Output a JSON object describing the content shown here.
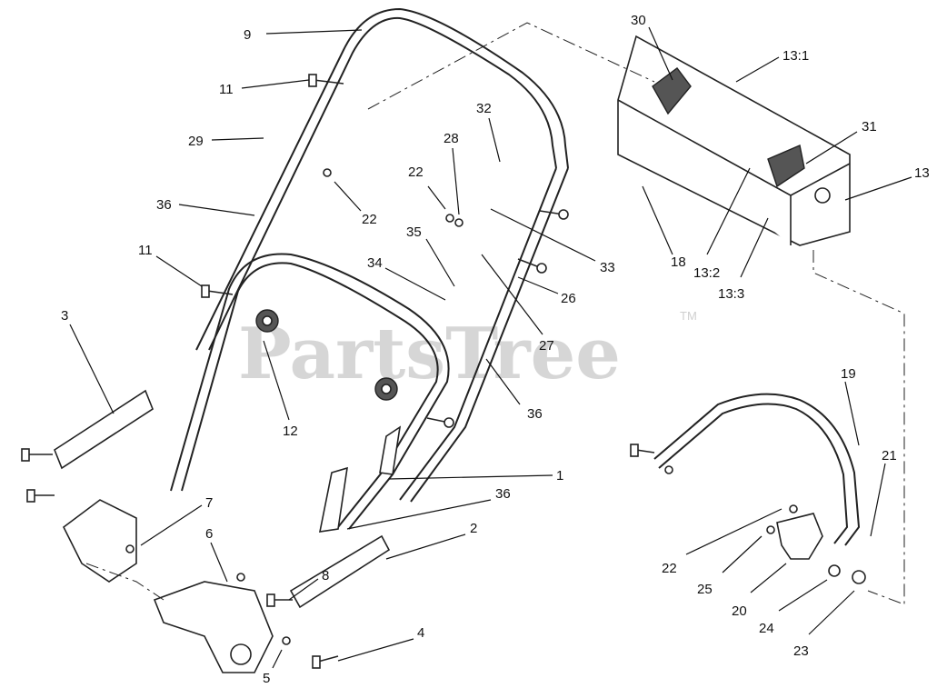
{
  "watermark": {
    "text": "PartsTree",
    "tm": "TM"
  },
  "labels": {
    "l9": "9",
    "l30": "30",
    "l13_1": "13:1",
    "l11a": "11",
    "l32": "32",
    "l28": "28",
    "l29": "29",
    "l31": "31",
    "l13": "13",
    "l22a": "22",
    "l36a": "36",
    "l22b": "22",
    "l35": "35",
    "l33": "33",
    "l18": "18",
    "l13_2": "13:2",
    "l11b": "11",
    "l34": "34",
    "l26": "26",
    "l13_3": "13:3",
    "l3": "3",
    "l27": "27",
    "l19": "19",
    "l12": "12",
    "l36b": "36",
    "l21": "21",
    "l1": "1",
    "l36c": "36",
    "l7": "7",
    "l2": "2",
    "l6": "6",
    "l22c": "22",
    "l8": "8",
    "l25": "25",
    "l20": "20",
    "l24": "24",
    "l4": "4",
    "l23": "23",
    "l5": "5"
  },
  "icons": {
    "handle": "upper-handle-icon",
    "lower_handle": "lower-handle-icon",
    "control_box": "control-box-icon",
    "bail": "bail-icon",
    "bracket_left": "mount-bracket-icon",
    "knob": "knob-icon",
    "bolt": "bolt-icon",
    "nut": "nut-icon"
  }
}
